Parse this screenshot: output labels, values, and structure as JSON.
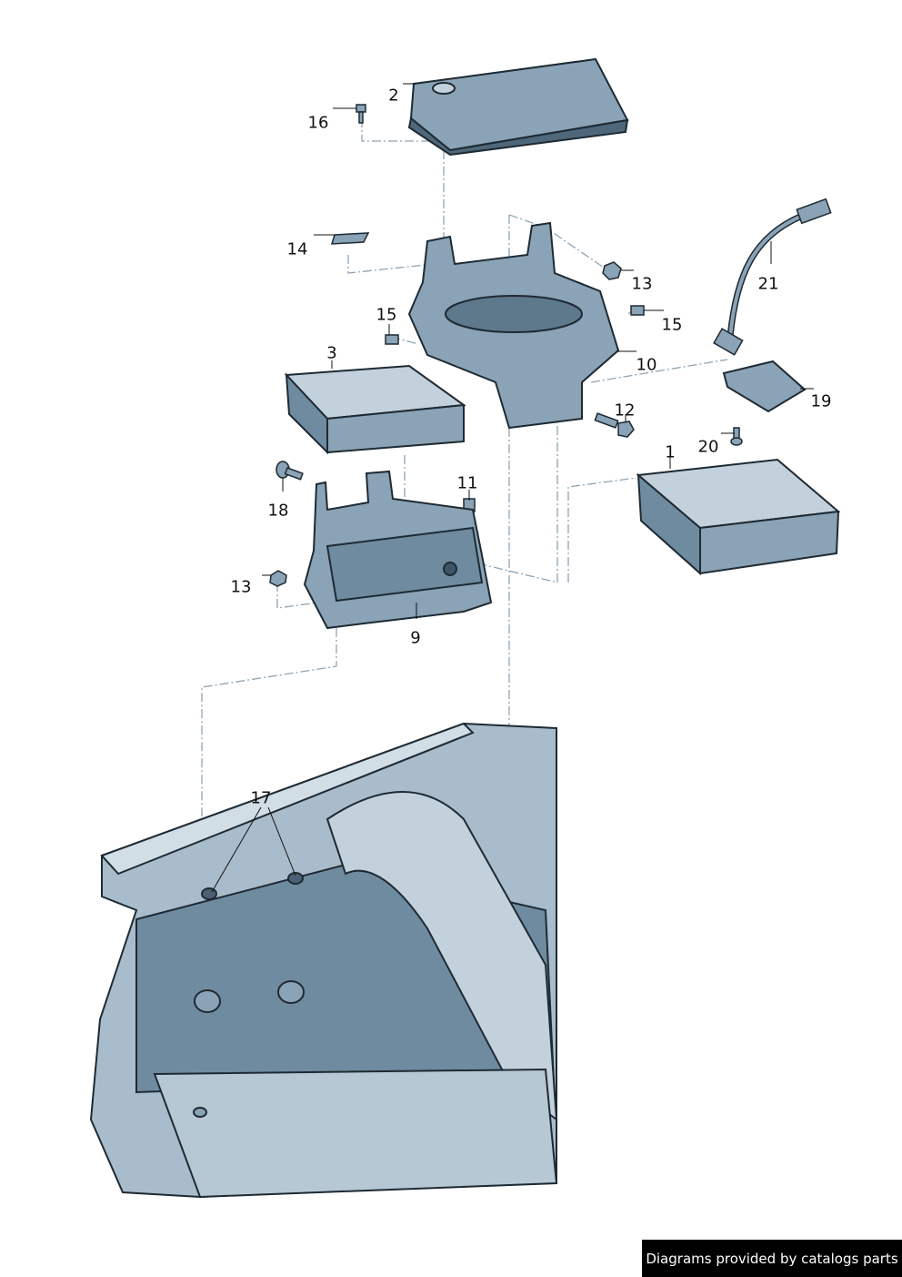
{
  "diagram": {
    "callouts": [
      {
        "id": "callout-2",
        "text": "2"
      },
      {
        "id": "callout-16",
        "text": "16"
      },
      {
        "id": "callout-14",
        "text": "14"
      },
      {
        "id": "callout-13a",
        "text": "13"
      },
      {
        "id": "callout-21",
        "text": "21"
      },
      {
        "id": "callout-15a",
        "text": "15"
      },
      {
        "id": "callout-15b",
        "text": "15"
      },
      {
        "id": "callout-3",
        "text": "3"
      },
      {
        "id": "callout-10",
        "text": "10"
      },
      {
        "id": "callout-19",
        "text": "19"
      },
      {
        "id": "callout-12",
        "text": "12"
      },
      {
        "id": "callout-20",
        "text": "20"
      },
      {
        "id": "callout-1",
        "text": "1"
      },
      {
        "id": "callout-11",
        "text": "11"
      },
      {
        "id": "callout-18",
        "text": "18"
      },
      {
        "id": "callout-13b",
        "text": "13"
      },
      {
        "id": "callout-9",
        "text": "9"
      },
      {
        "id": "callout-17",
        "text": "17"
      }
    ],
    "colors": {
      "part_fill": "#8aa3b6",
      "part_dark": "#3d5568",
      "line": "#1e2a33",
      "dash": "#7f97a8"
    }
  },
  "footer": {
    "text": "Diagrams provided by catalogs parts"
  }
}
